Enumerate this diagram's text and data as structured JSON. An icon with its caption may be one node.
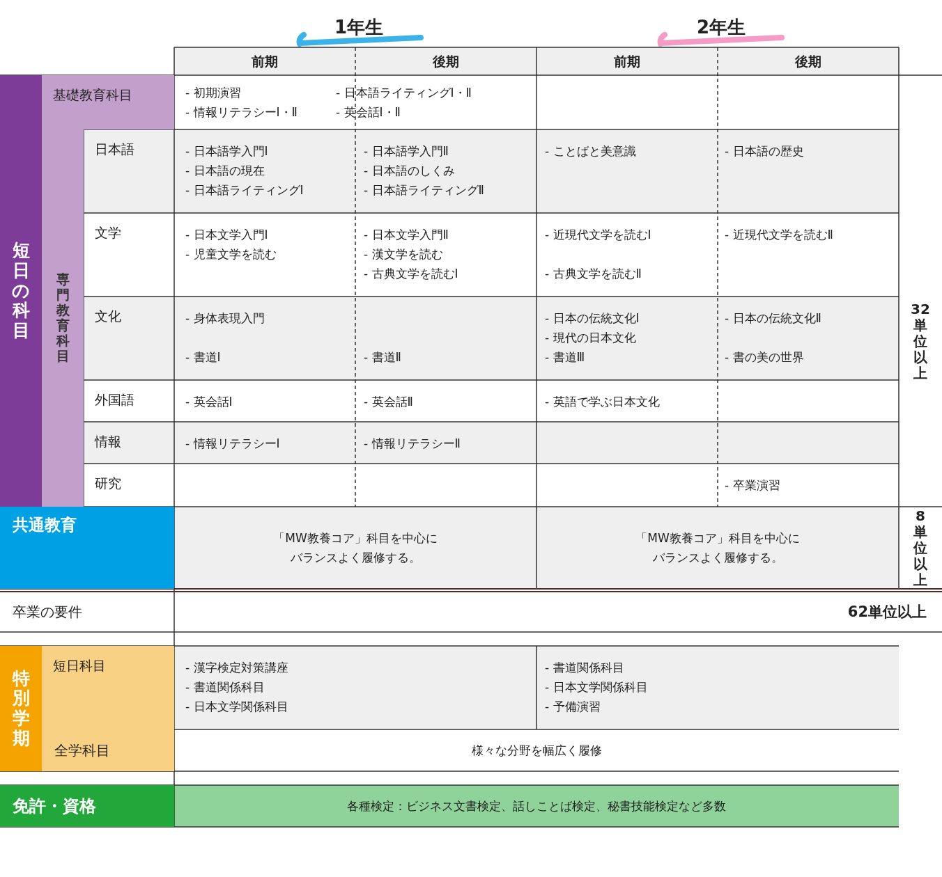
{
  "diagram": {
    "labels": [
      "1年生",
      "2年生",
      "前期",
      "後期",
      "前期",
      "後期",
      "短日の科目",
      "基礎教育科目",
      "- 初期演習",
      "- 日本語ライティングⅠ・Ⅱ",
      "- 情報リテラシーⅠ・Ⅱ",
      "- 英会話Ⅰ・Ⅱ",
      "専門教育科目",
      "日本語",
      "- 日本語学入門Ⅰ",
      "- 日本語の現在",
      "- 日本語ライティングⅠ",
      "- 日本語学入門Ⅱ",
      "- 日本語のしくみ",
      "- 日本語ライティングⅡ",
      "- ことばと美意識",
      "- 日本語の歴史",
      "文学",
      "- 日本文学入門Ⅰ",
      "- 児童文学を読む",
      "- 日本文学入門Ⅱ",
      "- 漢文学を読む",
      "- 古典文学を読むⅠ",
      "- 近現代文学を読むⅠ",
      "- 古典文学を読むⅡ",
      "- 近現代文学を読むⅡ",
      "文化",
      "- 身体表現入門",
      "- 書道Ⅰ",
      "- 書道Ⅱ",
      "- 日本の伝統文化Ⅰ",
      "- 現代の日本文化",
      "- 書道Ⅲ",
      "- 日本の伝統文化Ⅱ",
      "- 書の美の世界",
      "外国語",
      "- 英会話Ⅰ",
      "- 英会話Ⅱ",
      "- 英語で学ぶ日本文化",
      "情報",
      "- 情報リテラシーⅠ",
      "- 情報リテラシーⅡ",
      "研究",
      "- 卒業演習",
      "32単位以上",
      "共通教育",
      "「MW教養コア」科目を中心にバランスよく履修する。",
      "「MW教養コア」科目を中心にバランスよく履修する。",
      "8単位以上",
      "卒業の要件",
      "62単位以上",
      "特別学期",
      "短日科目",
      "- 漢字検定対策講座",
      "- 書道関係科目",
      "- 日本文学関係科目",
      "- 書道関係科目",
      "- 日本文学関係科目",
      "- 予備演習",
      "全学科目",
      "様々な分野を幅広く履修",
      "免許・資格",
      "各種検定：ビジネス文書検定、話しことば検定、秘書技能検定など多数"
    ]
  }
}
